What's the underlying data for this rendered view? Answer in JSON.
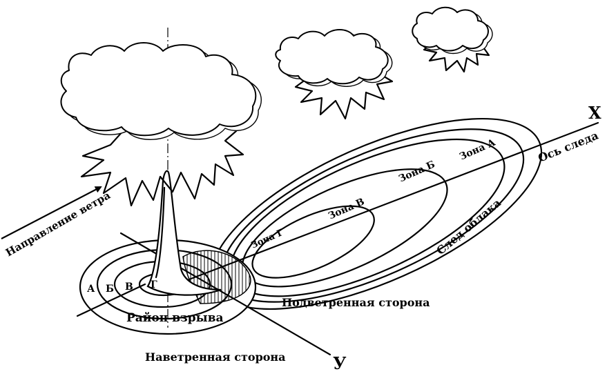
{
  "labels": {
    "axis_x": "Х",
    "axis_y": "У",
    "trace_axis": "Ось следа",
    "cloud_trace": "След облака",
    "zone_a": "Зона А",
    "zone_b": "Зона Б",
    "zone_v": "Зона В",
    "zone_g": "Зона Г",
    "wind_direction": "Направление ветра",
    "leeward_side": "Подветренная сторона",
    "windward_side": "Наветренная сторона",
    "explosion_area": "Район взрыва",
    "ring_a": "А",
    "ring_b": "Б",
    "ring_v": "В",
    "ring_g": "Г"
  },
  "colors": {
    "stroke": "#000000",
    "background": "#ffffff"
  }
}
